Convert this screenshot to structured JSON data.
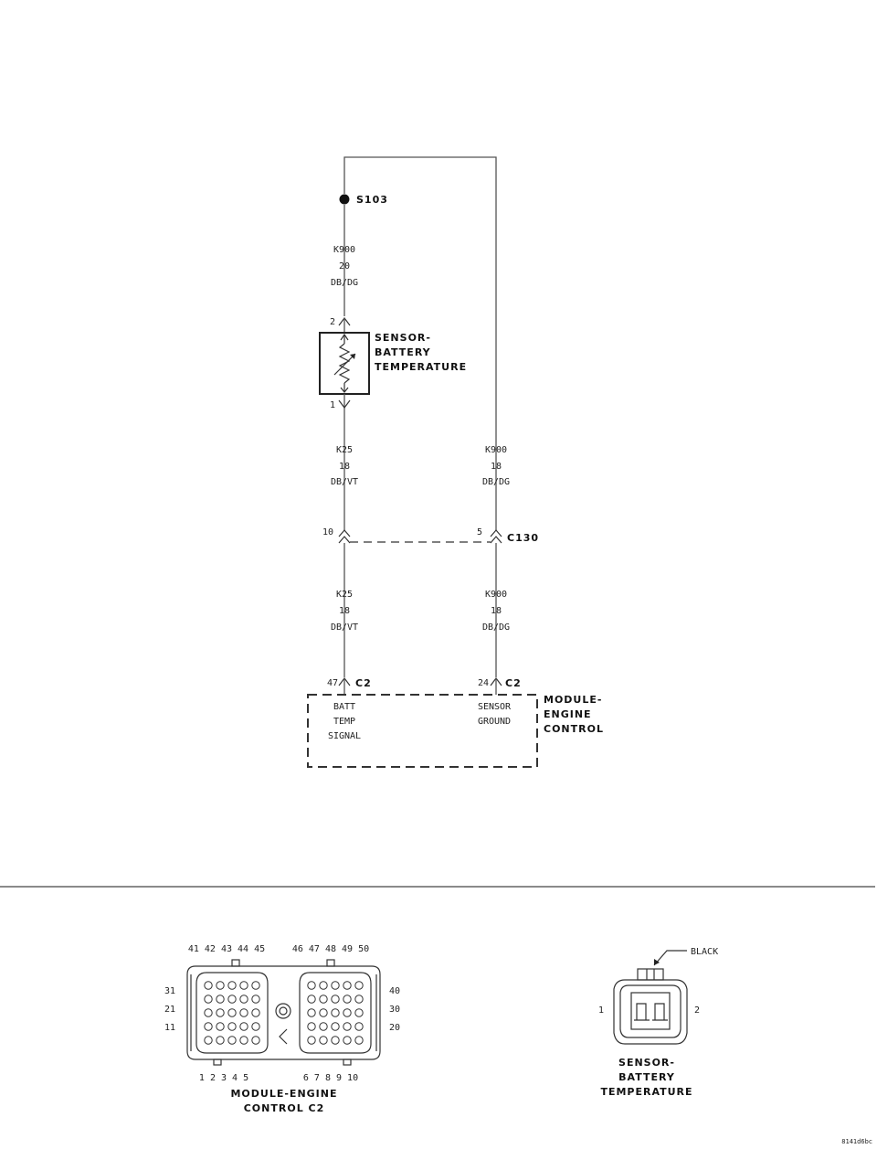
{
  "splice": {
    "label": "S103"
  },
  "wire_top": {
    "circuit": "K900",
    "gauge": "20",
    "color": "DB/DG"
  },
  "sensor": {
    "name_lines": [
      "SENSOR-",
      "BATTERY",
      "TEMPERATURE"
    ],
    "pin_top": "2",
    "pin_bottom": "1"
  },
  "wire_left_upper": {
    "circuit": "K25",
    "gauge": "18",
    "color": "DB/VT"
  },
  "wire_right_upper": {
    "circuit": "K900",
    "gauge": "18",
    "color": "DB/DG"
  },
  "connector_c130": {
    "label": "C130",
    "pin_left": "10",
    "pin_right": "5"
  },
  "wire_left_lower": {
    "circuit": "K25",
    "gauge": "18",
    "color": "DB/VT"
  },
  "wire_right_lower": {
    "circuit": "K900",
    "gauge": "18",
    "color": "DB/DG"
  },
  "pcm": {
    "pin_left": "47",
    "pin_left_conn": "C2",
    "pin_right": "24",
    "pin_right_conn": "C2",
    "left_function_lines": [
      "BATT",
      "TEMP",
      "SIGNAL"
    ],
    "right_function_lines": [
      "SENSOR",
      "GROUND"
    ],
    "name_lines": [
      "MODULE-",
      "ENGINE",
      "CONTROL"
    ]
  },
  "connector_view_c2": {
    "top_left_pins": "41 42 43 44 45",
    "top_right_pins": "46 47 48 49 50",
    "left_rows": [
      "31",
      "21",
      "11"
    ],
    "right_rows": [
      "40",
      "30",
      "20"
    ],
    "bottom_left_pins": "1 2 3 4 5",
    "bottom_right_pins": "6 7 8 9 10",
    "caption_lines": [
      "MODULE-ENGINE",
      "CONTROL C2"
    ]
  },
  "connector_view_sensor": {
    "color_callout": "BLACK",
    "pin_left": "1",
    "pin_right": "2",
    "caption_lines": [
      "SENSOR-",
      "BATTERY",
      "TEMPERATURE"
    ]
  },
  "figure_id": "8141d6bc"
}
